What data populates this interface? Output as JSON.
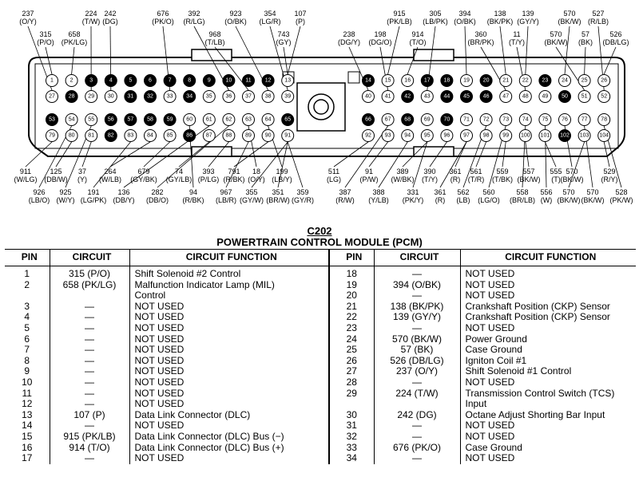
{
  "connector_name": "C202",
  "module_title": "POWERTRAIN CONTROL MODULE (PCM)",
  "table_headers": {
    "pin": "PIN",
    "circuit": "CIRCUIT",
    "function": "CIRCUIT FUNCTION"
  },
  "table_left": [
    {
      "pin": "1",
      "circuit": "315 (P/O)",
      "function": "Shift Solenoid #2 Control"
    },
    {
      "pin": "2",
      "circuit": "658 (PK/LG)",
      "function": "Malfunction Indicator Lamp (MIL)",
      "function2": "Control"
    },
    {
      "pin": "3",
      "circuit": "—",
      "function": "NOT USED"
    },
    {
      "pin": "4",
      "circuit": "—",
      "function": "NOT USED"
    },
    {
      "pin": "5",
      "circuit": "—",
      "function": "NOT USED"
    },
    {
      "pin": "6",
      "circuit": "—",
      "function": "NOT USED"
    },
    {
      "pin": "7",
      "circuit": "—",
      "function": "NOT USED"
    },
    {
      "pin": "8",
      "circuit": "—",
      "function": "NOT USED"
    },
    {
      "pin": "9",
      "circuit": "—",
      "function": "NOT USED"
    },
    {
      "pin": "10",
      "circuit": "—",
      "function": "NOT USED"
    },
    {
      "pin": "11",
      "circuit": "—",
      "function": "NOT USED"
    },
    {
      "pin": "12",
      "circuit": "—",
      "function": "NOT USED"
    },
    {
      "pin": "13",
      "circuit": "107 (P)",
      "function": "Data Link Connector (DLC)"
    },
    {
      "pin": "14",
      "circuit": "—",
      "function": "NOT USED"
    },
    {
      "pin": "15",
      "circuit": "915 (PK/LB)",
      "function": "Data Link Connector (DLC) Bus (−)"
    },
    {
      "pin": "16",
      "circuit": "914 (T/O)",
      "function": "Data Link Connector (DLC) Bus (+)"
    },
    {
      "pin": "17",
      "circuit": "—",
      "function": "NOT USED"
    }
  ],
  "table_right": [
    {
      "pin": "18",
      "circuit": "—",
      "function": "NOT USED"
    },
    {
      "pin": "19",
      "circuit": "394 (O/BK)",
      "function": "NOT USED"
    },
    {
      "pin": "20",
      "circuit": "—",
      "function": "NOT USED"
    },
    {
      "pin": "21",
      "circuit": "138 (BK/PK)",
      "function": "Crankshaft Position (CKP) Sensor"
    },
    {
      "pin": "22",
      "circuit": "139 (GY/Y)",
      "function": "Crankshaft Position (CKP) Sensor"
    },
    {
      "pin": "23",
      "circuit": "—",
      "function": "NOT USED"
    },
    {
      "pin": "24",
      "circuit": "570 (BK/W)",
      "function": "Power Ground"
    },
    {
      "pin": "25",
      "circuit": "57 (BK)",
      "function": "Case Ground"
    },
    {
      "pin": "26",
      "circuit": "526 (DB/LG)",
      "function": "Igniton Coil #1"
    },
    {
      "pin": "27",
      "circuit": "237 (O/Y)",
      "function": "Shift Solenoid #1 Control"
    },
    {
      "pin": "28",
      "circuit": "—",
      "function": "NOT USED"
    },
    {
      "pin": "29",
      "circuit": "224 (T/W)",
      "function": "Transmission Control Switch (TCS)",
      "function2": "Input"
    },
    {
      "pin": "30",
      "circuit": "242 (DG)",
      "function": "Octane Adjust Shorting Bar Input"
    },
    {
      "pin": "31",
      "circuit": "—",
      "function": "NOT USED"
    },
    {
      "pin": "32",
      "circuit": "—",
      "function": "NOT USED"
    },
    {
      "pin": "33",
      "circuit": "676 (PK/O)",
      "function": "Case Ground"
    },
    {
      "pin": "34",
      "circuit": "—",
      "function": "NOT USED"
    }
  ],
  "rows": {
    "row1": [
      "1",
      "2",
      "3",
      "4",
      "5",
      "6",
      "7",
      "8",
      "9",
      "10",
      "11",
      "12",
      "13",
      "14",
      "15",
      "16",
      "17",
      "18",
      "19",
      "20",
      "21",
      "22",
      "23",
      "24",
      "25",
      "26"
    ],
    "row2": [
      "27",
      "28",
      "29",
      "30",
      "31",
      "32",
      "33",
      "34",
      "35",
      "36",
      "37",
      "38",
      "39",
      "40",
      "41",
      "42",
      "43",
      "44",
      "45",
      "46",
      "47",
      "48",
      "49",
      "50",
      "51",
      "52"
    ],
    "row3": [
      "53",
      "54",
      "55",
      "56",
      "57",
      "58",
      "59",
      "60",
      "61",
      "62",
      "63",
      "64",
      "65",
      "66",
      "67",
      "68",
      "69",
      "70",
      "71",
      "72",
      "73",
      "74",
      "75",
      "76",
      "77",
      "78"
    ],
    "row4": [
      "79",
      "80",
      "81",
      "82",
      "83",
      "84",
      "85",
      "86",
      "87",
      "88",
      "89",
      "90",
      "91",
      "92",
      "93",
      "94",
      "95",
      "96",
      "97",
      "98",
      "99",
      "100",
      "101",
      "102",
      "103",
      "104"
    ]
  },
  "filled_pins": [
    "3",
    "4",
    "5",
    "6",
    "7",
    "8",
    "9",
    "10",
    "11",
    "12",
    "14",
    "17",
    "18",
    "20",
    "23",
    "28",
    "31",
    "32",
    "34",
    "42",
    "44",
    "45",
    "46",
    "50",
    "53",
    "56",
    "57",
    "58",
    "59",
    "65",
    "66",
    "68",
    "70",
    "82",
    "86",
    "102"
  ],
  "top_labels": [
    {
      "n": "237",
      "c": "(O/Y)",
      "pin": "27"
    },
    {
      "n": "315",
      "c": "(P/O)",
      "pin": "1"
    },
    {
      "n": "658",
      "c": "(PK/LG)",
      "pin": "2"
    },
    {
      "n": "224",
      "c": "(T/W)",
      "pin": "29"
    },
    {
      "n": "242",
      "c": "(DG)",
      "pin": "30"
    },
    {
      "n": "676",
      "c": "(PK/O)",
      "pin": "33"
    },
    {
      "n": "392",
      "c": "(R/LG)",
      "pin": "36"
    },
    {
      "n": "968",
      "c": "(T/LB)",
      "pin": "37"
    },
    {
      "n": "923",
      "c": "(O/BK)",
      "pin": "38"
    },
    {
      "n": "354",
      "c": "(LG/R)",
      "pin": "39"
    },
    {
      "n": "743",
      "c": "(GY)",
      "pin": "13"
    },
    {
      "n": "107",
      "c": "(P)",
      "pin": "13"
    },
    {
      "n": "238",
      "c": "(DG/Y)",
      "pin": "40"
    },
    {
      "n": "198",
      "c": "(DG/O)",
      "pin": "41"
    },
    {
      "n": "915",
      "c": "(PK/LB)",
      "pin": "15"
    },
    {
      "n": "914",
      "c": "(T/O)",
      "pin": "16"
    },
    {
      "n": "305",
      "c": "(LB/PK)",
      "pin": "43"
    },
    {
      "n": "394",
      "c": "(O/BK)",
      "pin": "19"
    },
    {
      "n": "360",
      "c": "(BR/PK)",
      "pin": "47"
    },
    {
      "n": "138",
      "c": "(BK/PK)",
      "pin": "21"
    },
    {
      "n": "11",
      "c": "(T/Y)",
      "pin": "48"
    },
    {
      "n": "139",
      "c": "(GY/Y)",
      "pin": "22"
    },
    {
      "n": "570",
      "c": "(BK/W)",
      "pin": "51"
    },
    {
      "n": "570",
      "c": "(BK/W)",
      "pin": "24"
    },
    {
      "n": "57",
      "c": "(BK)",
      "pin": "25"
    },
    {
      "n": "527",
      "c": "(R/LB)",
      "pin": "52"
    },
    {
      "n": "526",
      "c": "(DB/LG)",
      "pin": "26"
    }
  ],
  "bottom_labels": [
    {
      "n": "911",
      "c": "(W/LG)",
      "pin": "79"
    },
    {
      "n": "926",
      "c": "(LB/O)",
      "pin": "54"
    },
    {
      "n": "125",
      "c": "(DB/W)",
      "pin": "80"
    },
    {
      "n": "925",
      "c": "(W/Y)",
      "pin": "55"
    },
    {
      "n": "37",
      "c": "(Y)",
      "pin": "81"
    },
    {
      "n": "191",
      "c": "(LG/PK)",
      "pin": "83"
    },
    {
      "n": "264",
      "c": "(W/LB)",
      "pin": "84"
    },
    {
      "n": "136",
      "c": "(DB/Y)",
      "pin": "61"
    },
    {
      "n": "679",
      "c": "(GY/BK)",
      "pin": "85"
    },
    {
      "n": "282",
      "c": "(DB/O)",
      "pin": "62"
    },
    {
      "n": "74",
      "c": "(GY/LB)",
      "pin": "87"
    },
    {
      "n": "94",
      "c": "(R/BK)",
      "pin": "60"
    },
    {
      "n": "393",
      "c": "(P/LG)",
      "pin": "88"
    },
    {
      "n": "967",
      "c": "(LB/R)",
      "pin": "89"
    },
    {
      "n": "791",
      "c": "(R/BK)",
      "pin": "90"
    },
    {
      "n": "18",
      "c": "(O/Y)",
      "pin": "63"
    },
    {
      "n": "355",
      "c": "(GY/W)",
      "pin": "91"
    },
    {
      "n": "199",
      "c": "(LB/Y)",
      "pin": "64"
    },
    {
      "n": "351",
      "c": "(BR/W)",
      "pin": "91"
    },
    {
      "n": "359",
      "c": "(GY/R)",
      "pin": "91"
    },
    {
      "n": "511",
      "c": "(LG)",
      "pin": "92"
    },
    {
      "n": "91",
      "c": "(P/W)",
      "pin": "93"
    },
    {
      "n": "387",
      "c": "(R/W)",
      "pin": "67"
    },
    {
      "n": "389",
      "c": "(W/BK)",
      "pin": "95"
    },
    {
      "n": "388",
      "c": "(Y/LB)",
      "pin": "94"
    },
    {
      "n": "390",
      "c": "(T/Y)",
      "pin": "96"
    },
    {
      "n": "331",
      "c": "(PK/Y)",
      "pin": "95"
    },
    {
      "n": "361",
      "c": "(R)",
      "pin": "97"
    },
    {
      "n": "361",
      "c": "(R)",
      "pin": "97"
    },
    {
      "n": "561",
      "c": "(T/R)",
      "pin": "98"
    },
    {
      "n": "562",
      "c": "(LB)",
      "pin": "72"
    },
    {
      "n": "559",
      "c": "(T/BK)",
      "pin": "99"
    },
    {
      "n": "560",
      "c": "(LG/O)",
      "pin": "73"
    },
    {
      "n": "557",
      "c": "(BK/W)",
      "pin": "100"
    },
    {
      "n": "558",
      "c": "(BR/LB)",
      "pin": "74"
    },
    {
      "n": "555",
      "c": "(T)",
      "pin": "101"
    },
    {
      "n": "556",
      "c": "(W)",
      "pin": "75"
    },
    {
      "n": "570",
      "c": "(BK/W)",
      "pin": "76"
    },
    {
      "n": "570",
      "c": "(BK/W)",
      "pin": "103"
    },
    {
      "n": "570",
      "c": "(BK/W)",
      "pin": "77"
    },
    {
      "n": "529",
      "c": "(R/Y)",
      "pin": "104"
    },
    {
      "n": "528",
      "c": "(PK/W)",
      "pin": "78"
    }
  ]
}
